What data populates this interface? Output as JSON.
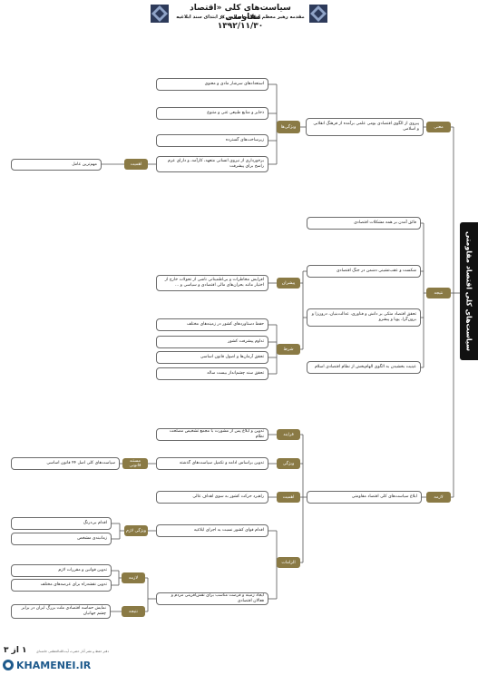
{
  "header": {
    "title": "سیاست‌های کلی «اقتصاد مقاومتی»",
    "subtitle": "مقدمه رهبر معظم انقلاب اسلامی در ابتدای سند ابلاغیه",
    "date": "۱۳۹۲/۱۱/۳۰"
  },
  "main_label": "سیاست‌های کلی اقتصاد مقاومتی",
  "nodes": {
    "mani": "معنی",
    "natije": "نتیجه",
    "lazeme": "لازمه",
    "vizhegi_ha": "ویژگی‌ها",
    "ahamiyat": "اهمیت",
    "pishran": "پیشران",
    "shart": "شرط",
    "farayand": "فرایند",
    "vizhegi2": "ویژگی",
    "mostanad": "مستند قانونی",
    "ahamiyat2": "اهمیت",
    "alzamat": "الزامات",
    "vizhegi3": "ویژگی لازم",
    "lazeme2": "لازمه",
    "natije2": "نتیجه"
  },
  "boxes": {
    "b1": "استعدادهای سرشار مادی و معنوی",
    "b2": "ذخایر و منابع طبیعی غنی و متنوع",
    "b3": "زیرساخت‌های گسترده",
    "b4": "برخورداری از نیروی انسانی متعهد، کارآمد، و دارای عزم راسخ برای پیشرفت",
    "b5": "مهم‌ترین عامل",
    "b6": "پیروی از الگوی اقتصادی بومی علمی برآمده از فرهنگ انقلابی و اسلامی",
    "b7": "فائق آمدن بر همه مشکلات اقتصادی",
    "b8": "شکست و عقب‌نشینی دشمن در جنگ اقتصادی",
    "b9": "تحقق اقتصاد متکی بر دانش و فناوری، عدالت‌بنیان، درون‌زا و برون‌گرا، پویا و پیشرو",
    "b10": "عینیت بخشیدن به الگوی الهام‌بخش از نظام اقتصادی اسلام",
    "b11": "افزایش مخاطرات و بی‌اطمینانی ناشی از تحولات خارج از اختیار مانند بحران‌های مالی اقتصادی و سیاسی و ...",
    "b12": "حفظ دستاوردهای کشور در زمینه‌های مختلف",
    "b13": "تداوم پیشرفت کشور",
    "b14": "تحقق آرمان‌ها و اصول قانون اساسی",
    "b15": "تحقق سند چشم‌انداز بیست ساله",
    "b16": "تدوین و ابلاغ پس از مشورت با مجمع تشخیص مصلحت نظام",
    "b17": "تدوین براساس ادامه و تکمیل سیاست‌های گذشته",
    "b18": "سیاست‌های کلی اصل ۴۴ قانون اساسی",
    "b19": "راهبرد حرکت کشور به سوی اهداف عالی",
    "b20": "ابلاغ سیاست‌های کلی اقتصاد مقاومتی",
    "b21": "اقدام قوای کشور نسبت به اجرای ابلاغیه",
    "b22": "اقدام بی‌درنگ",
    "b23": "زمانبندی مشخص",
    "b24": "تدوین قوانین و مقررات لازم",
    "b25": "تدوین نقشه‌راه برای عرصه‌های مختلف",
    "b26": "ایجاد زمینه و فرصت مناسب برای نقش‌آفرینی مردم و فعالان اقتصادی",
    "b27": "نمایش حماسه اقتصادی ملت بزرگ ایران در برابر چشم جهانیان"
  },
  "footer": {
    "page": "۱ از ۳",
    "source_line": "دفتر حفظ و نشر آثار حضرت آیت‌الله‌العظمی خامنه‌ای",
    "logo": "KHAMENEI.IR"
  },
  "colors": {
    "node": "#8a7a45",
    "main": "#111111",
    "line": "#555555"
  }
}
